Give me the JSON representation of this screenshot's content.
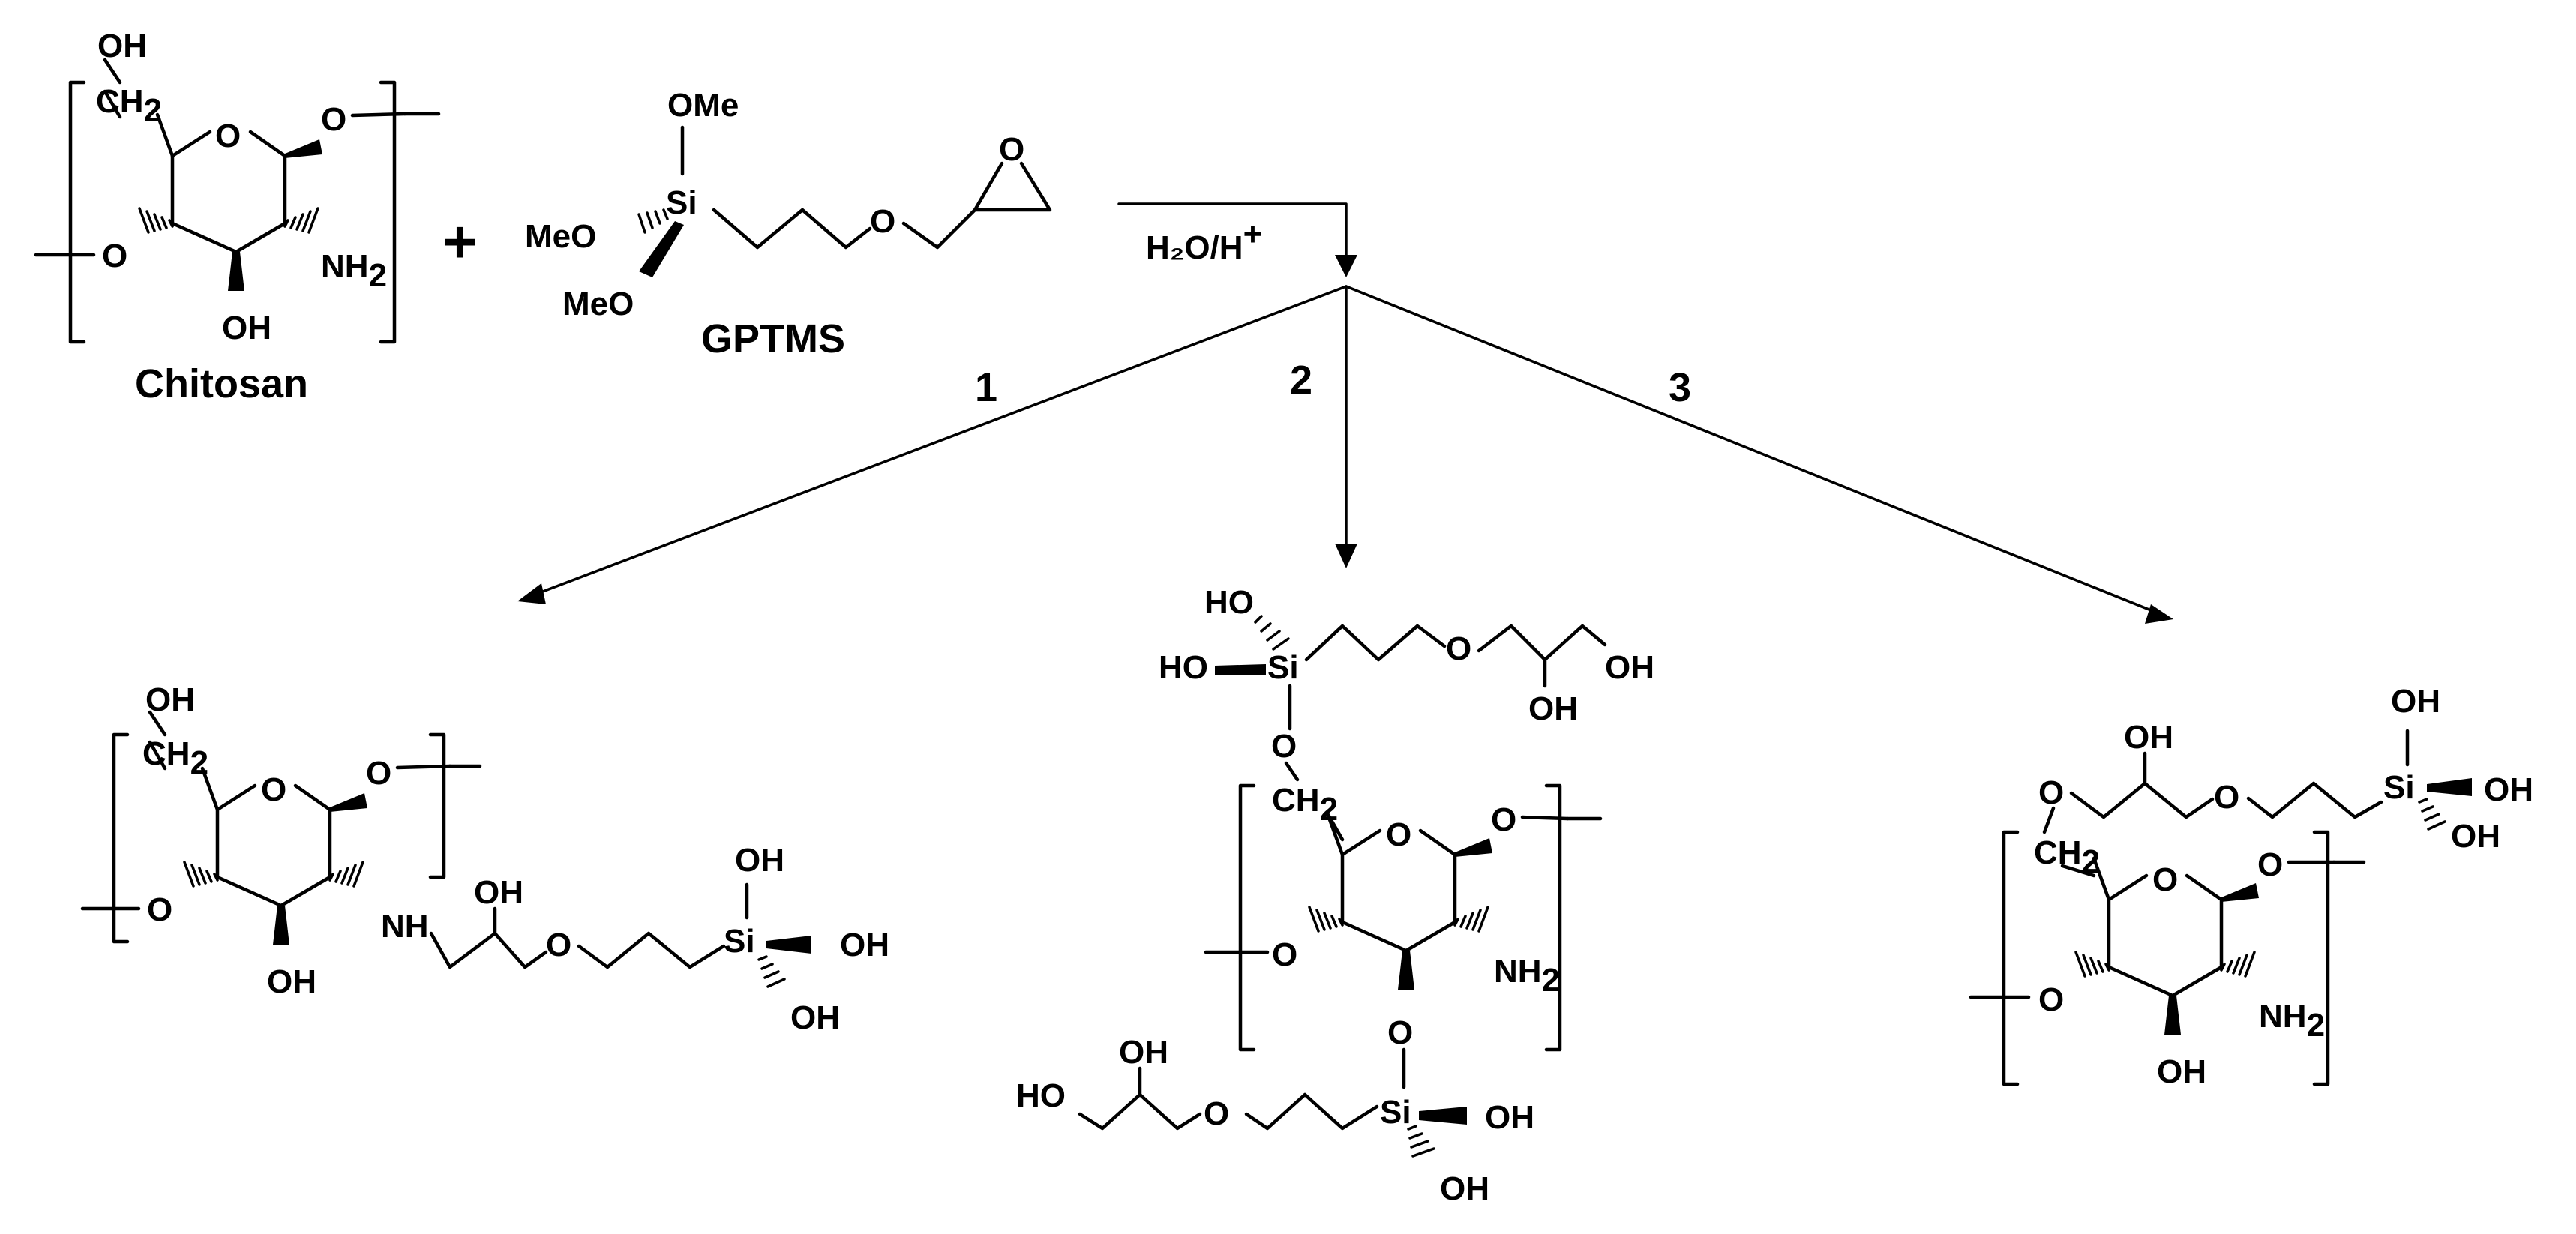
{
  "labels": {
    "chitosan": "Chitosan",
    "gptms": "GPTMS",
    "plus": "+",
    "conditions_main": "H₂O/H",
    "conditions_sup": "+",
    "pathway_1": "1",
    "pathway_2": "2",
    "pathway_3": "3"
  },
  "atoms": {
    "OH": "OH",
    "HO": "HO",
    "O": "O",
    "Si": "Si",
    "OMe": "OMe",
    "MeO": "MeO",
    "NH": "NH",
    "NH2": "NH",
    "NH2_sub": "2",
    "CH2": "CH",
    "CH2_sub": "2"
  }
}
